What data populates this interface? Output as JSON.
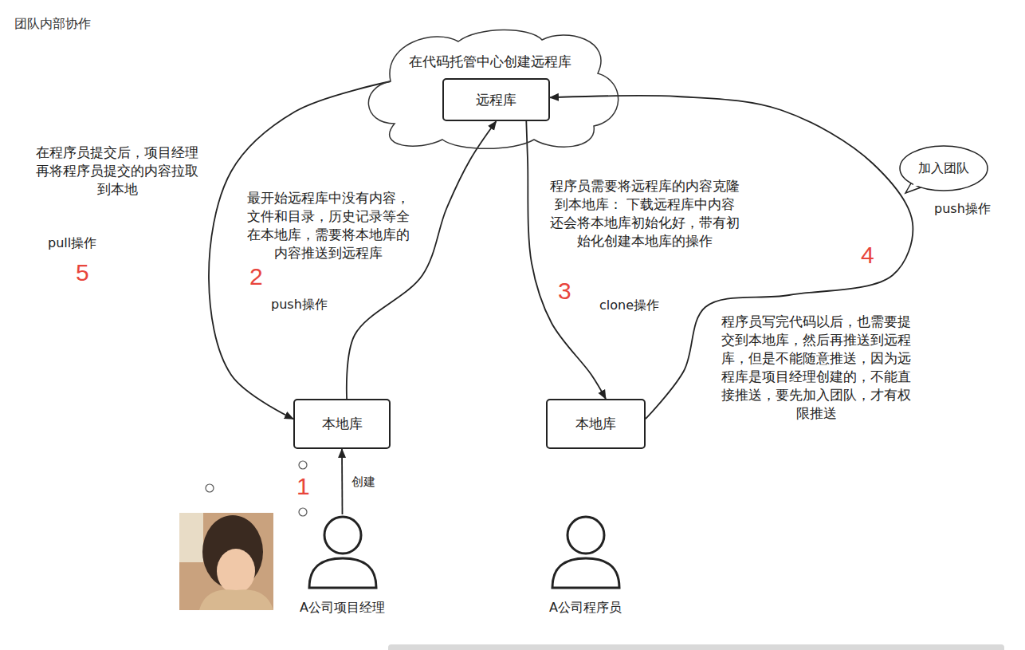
{
  "diagram": {
    "title": "团队内部协作",
    "nodes": [
      {
        "text": [
          "在代码托管中心创建远程库"
        ]
      },
      {
        "text": [
          "远程库"
        ],
        "in": 0
      },
      {
        "text": [
          "加入团队"
        ]
      },
      {
        "text": [
          "本地库"
        ]
      },
      {
        "text": [
          "本地库"
        ]
      },
      {
        "text": [
          "A公司项目经理"
        ]
      },
      {
        "text": [
          "A公司程序员"
        ]
      }
    ],
    "edges": [
      {
        "from": 5,
        "to": 3,
        "arrow": "to",
        "label": "创建"
      },
      {
        "from": 3,
        "to": 1,
        "arrow": "to"
      },
      {
        "from": 1,
        "to": 4,
        "arrow": "to"
      },
      {
        "from": 4,
        "to": 1,
        "arrow": "to"
      },
      {
        "from": 0,
        "to": 3,
        "arrow": "to"
      }
    ],
    "labels": [
      "在程序员提交后，项目经理 再将程序员提交的内容拉取 到本地",
      "最开始远程库中没有内容， 文件和目录，历史记录等全 在本地库，需要将本地库的 内容推送到远程库",
      "程序员需要将远程库的内容克隆 到本地库： 下载远程库中内容 还会将本地库初始化好，带有初 始化创建本地库的操作",
      "push操作",
      "pull操作",
      "4",
      "5",
      "2",
      "3",
      "push操作",
      "clone操作",
      "程序员写完代码以后，也需要提 交到本地库，然后再推送到远程 库，但是不能随意推送，因为远 程库是项目经理创建的，不能直 接推送，要先加入团队，才有权 限推送",
      "1"
    ]
  }
}
